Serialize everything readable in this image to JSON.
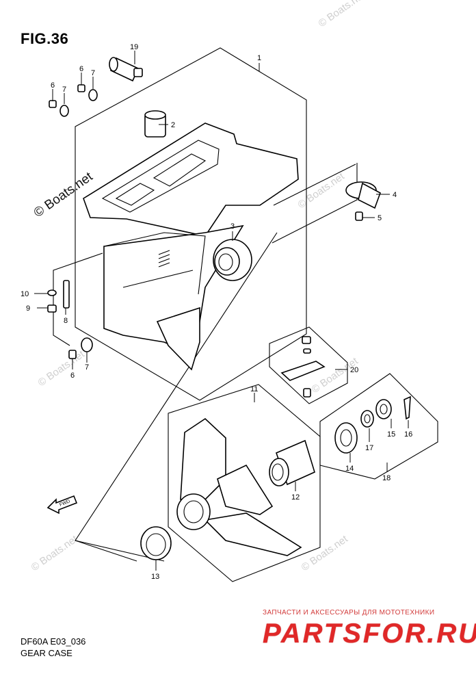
{
  "figure": {
    "title": "FIG.36",
    "code": "DF60A E03_036",
    "name": "GEAR CASE"
  },
  "watermark": {
    "text": "© Boats.net"
  },
  "fwd_label": "FWD",
  "callouts": {
    "c1": "1",
    "c2": "2",
    "c3": "3",
    "c4": "4",
    "c5": "5",
    "c6a": "6",
    "c6b": "6",
    "c6c": "6",
    "c7a": "7",
    "c7b": "7",
    "c7c": "7",
    "c8": "8",
    "c9": "9",
    "c10": "10",
    "c11": "11",
    "c12": "12",
    "c13": "13",
    "c14": "14",
    "c15": "15",
    "c16": "16",
    "c17": "17",
    "c18": "18",
    "c19": "19",
    "c20": "20"
  },
  "branding": {
    "tagline": "ЗАПЧАСТИ И АКСЕССУАРЫ ДЛЯ МОТОТЕХНИКИ",
    "logo": "PARTSFOR.RU",
    "logo_color": "#e02828"
  }
}
